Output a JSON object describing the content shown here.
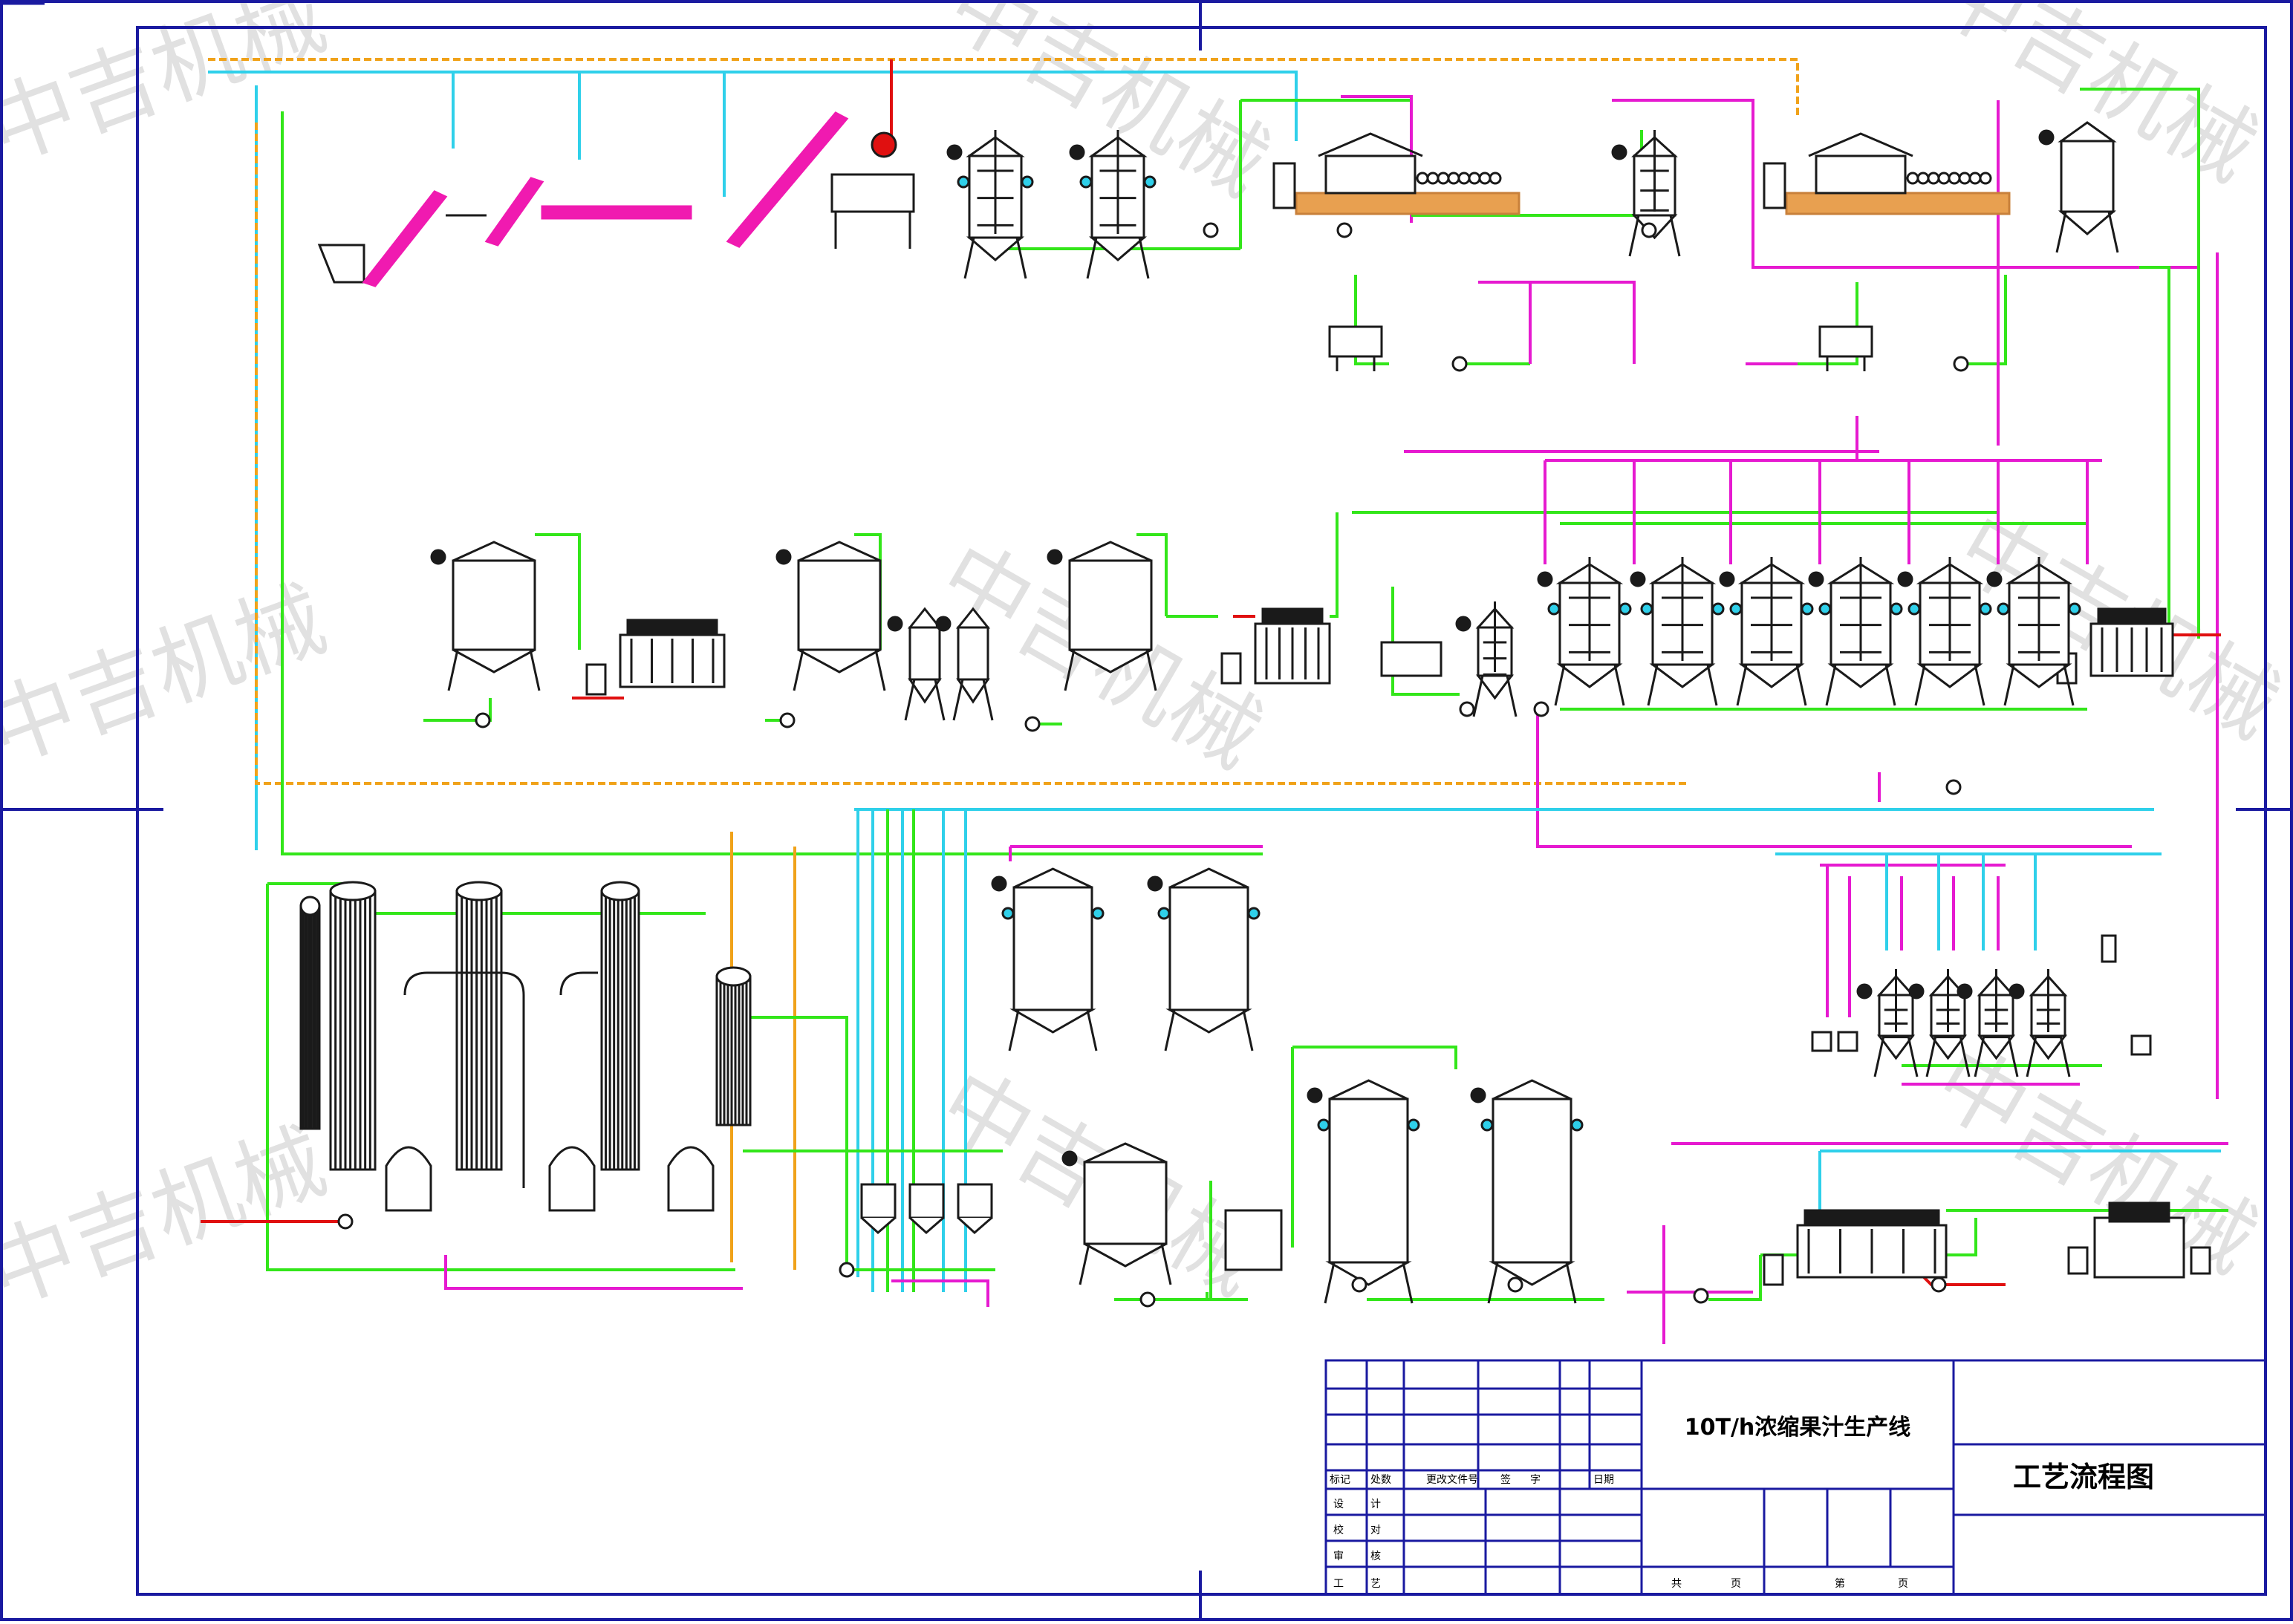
{
  "watermark": "中吉机械",
  "title_block": {
    "project": "10T/h浓缩果汁生产线",
    "drawing": "工艺流程图",
    "rows_left": [
      "标记",
      "处数",
      "更改文件号",
      "签",
      "字",
      "日期"
    ],
    "signoff": [
      "设",
      "计",
      "校",
      "对",
      "审",
      "核",
      "工",
      "艺"
    ],
    "footer": [
      "共",
      "页",
      "第",
      "页"
    ]
  },
  "colors": {
    "border": "#1a1aa0",
    "water_cyan": "#2fd0ea",
    "process_green": "#33e61a",
    "steam_magenta": "#e61ad0",
    "orange": "#f0a21a",
    "red": "#e01010",
    "equipment": "#1a1a1a",
    "base_hatch": "#e8a050"
  }
}
